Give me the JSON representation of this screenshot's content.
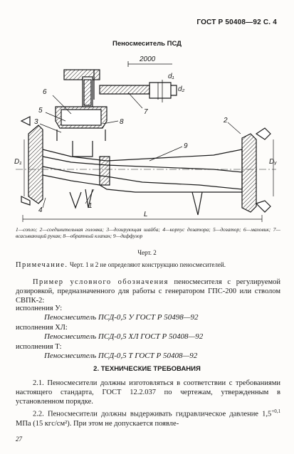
{
  "header": {
    "text": "ГОСТ Р 50408—92 С. 4"
  },
  "figure": {
    "title": "Пеносмеситель ПСД",
    "dimension": "2000",
    "labels": [
      "1",
      "2",
      "3",
      "4",
      "5",
      "6",
      "7",
      "8",
      "9",
      "d₁",
      "d₂",
      "D₁",
      "Dᵧ",
      "L"
    ],
    "caption": "1—сопло; 2—соединительная головка; 3—дозирующая шайба; 4—корпус дозатора; 5—дозатор; 6—маховик; 7—всасывающий рукав; 8—обратный клапан; 9—диффузор",
    "chart_label": "Черт. 2"
  },
  "text": {
    "note_label": "Примечание.",
    "note_body": "Черт. 1 и 2 не определяют конструкцию пеносмесителей.",
    "example_spaced": "Пример условного обозначения",
    "example_body": "пеносмесителя с регулируемой дозировкой, предназначенного для работы с генератором ГПС-200 или стволом СВПК-2:",
    "exec_u_label": "исполнения У:",
    "exec_u_value": "Пеносмеситель ПСД-0,5 У ГОСТ Р 50498—92",
    "exec_hl_label": "исполнения ХЛ:",
    "exec_hl_value": "Пеносмеситель ПСД-0,5 ХЛ ГОСТ Р 50408—92",
    "exec_t_label": "исполнения Т:",
    "exec_t_value": "Пеносмеситель ПСД-0,5 Т ГОСТ Р 50408—92",
    "section_title": "2. ТЕХНИЧЕСКИЕ ТРЕБОВАНИЯ",
    "p21": "2.1. Пеносмесители должны изготовляться в соответствии с требованиями настоящего стандарта, ГОСТ 12.2.037 по чертежам, утвержденным в установленном порядке.",
    "p22_a": "2.2. Пеносмесители должны выдерживать гидравлическое давление 1,5",
    "p22_sup": "+0,1",
    "p22_b": " МПа (15 кгс/см²). При этом не допускается появле-",
    "page_number": "27"
  }
}
